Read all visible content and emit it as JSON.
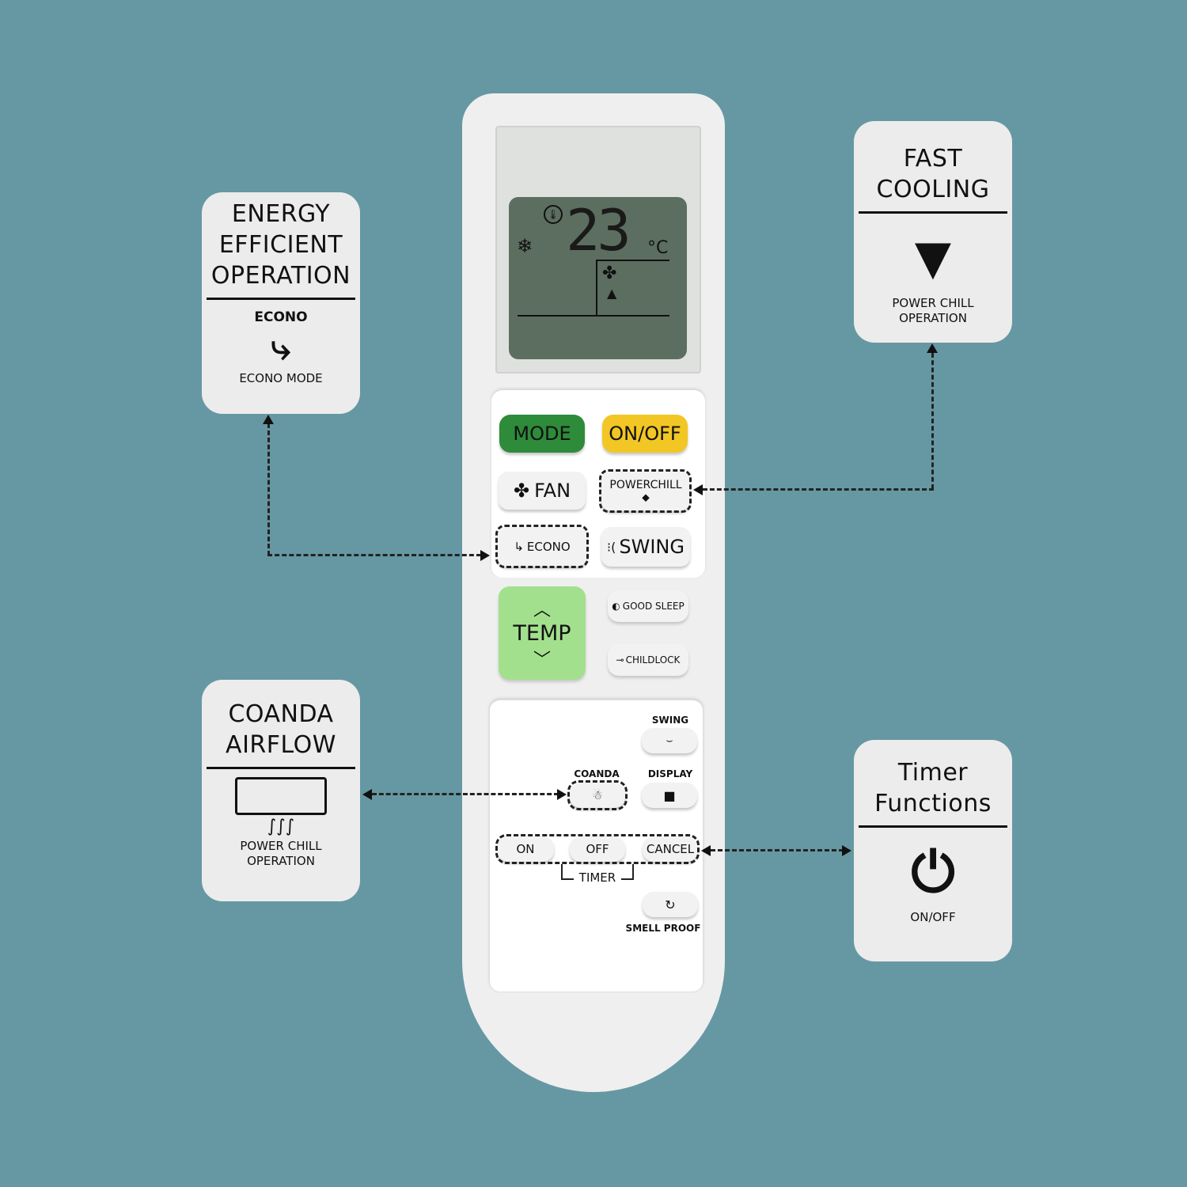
{
  "cards": {
    "energy": {
      "title": [
        "ENERGY",
        "EFFICIENT",
        "OPERATION"
      ],
      "icon_label": "ECONO",
      "caption": "ECONO MODE"
    },
    "fast": {
      "title": [
        "FAST",
        "COOLING"
      ],
      "caption": [
        "POWER CHILL",
        "OPERATION"
      ]
    },
    "coanda": {
      "title": [
        "COANDA",
        "AIRFLOW"
      ],
      "caption": [
        "POWER CHILL",
        "OPERATION"
      ]
    },
    "timer": {
      "title": [
        "Timer",
        "Functions"
      ],
      "caption": "ON/OFF"
    }
  },
  "lcd": {
    "temperature": "23",
    "unit": "°C"
  },
  "buttons": {
    "mode": "MODE",
    "onoff": "ON/OFF",
    "fan": "FAN",
    "powerchill": "POWERCHILL",
    "econo": "ECONO",
    "swing": "SWING",
    "temp": "TEMP",
    "good_sleep": "GOOD SLEEP",
    "childlock": "CHILDLOCK"
  },
  "lower": {
    "swing": "SWING",
    "coanda": "COANDA",
    "display": "DISPLAY",
    "timer_on": "ON",
    "timer_off": "OFF",
    "timer_cancel": "CANCEL",
    "timer": "TIMER",
    "smell_proof": "SMELL PROOF"
  },
  "colors": {
    "background": "#6698a3",
    "mode": "#2e8b3a",
    "onoff": "#f2c624",
    "temp": "#a3e08e"
  }
}
